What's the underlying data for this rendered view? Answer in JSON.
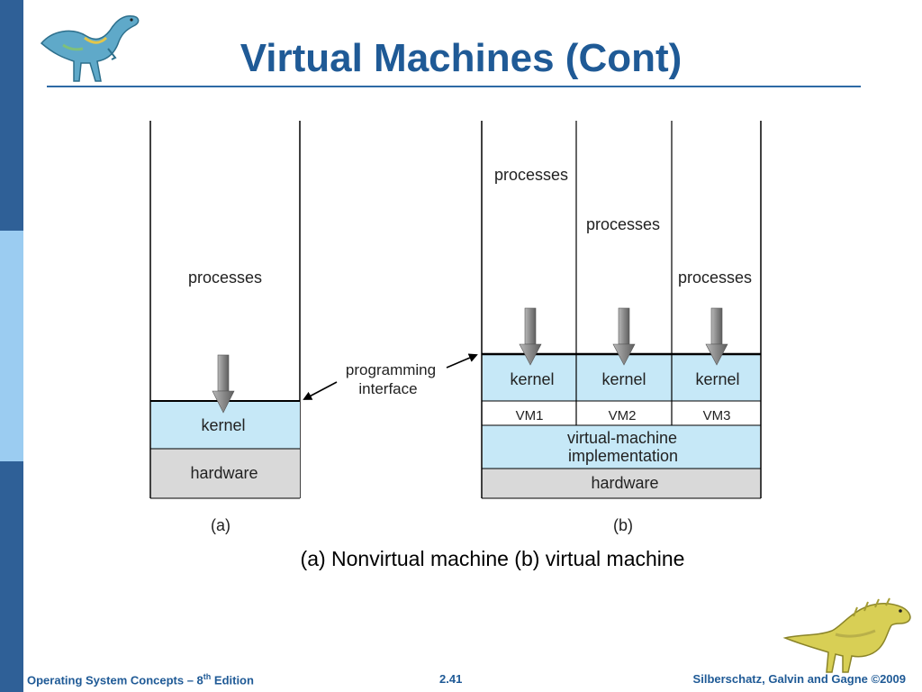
{
  "slide": {
    "title": "Virtual Machines (Cont)",
    "caption": "(a) Nonvirtual machine (b) virtual machine"
  },
  "diagram_a": {
    "processes": "processes",
    "kernel": "kernel",
    "hardware": "hardware",
    "label": "(a)"
  },
  "interface_label": {
    "line1": "programming",
    "line2": "interface"
  },
  "diagram_b": {
    "columns": [
      {
        "processes": "processes",
        "kernel": "kernel",
        "vm": "VM1"
      },
      {
        "processes": "processes",
        "kernel": "kernel",
        "vm": "VM2"
      },
      {
        "processes": "processes",
        "kernel": "kernel",
        "vm": "VM3"
      }
    ],
    "vm_impl_line1": "virtual-machine",
    "vm_impl_line2": "implementation",
    "hardware": "hardware",
    "label": "(b)"
  },
  "footer": {
    "left_prefix": "Operating System Concepts – 8",
    "left_sup": "th",
    "left_suffix": " Edition",
    "center": "2.41",
    "right": "Silberschatz, Galvin and Gagne ©2009"
  },
  "colors": {
    "kernel_fill": "#c6e8f7",
    "hardware_fill": "#d9d9d9",
    "title_blue": "#1f5a96",
    "side_dark": "#2f6097",
    "side_light": "#9bccf1"
  },
  "icons": [
    "dinosaur-top-icon",
    "dinosaur-bottom-icon",
    "down-arrow-icon"
  ]
}
